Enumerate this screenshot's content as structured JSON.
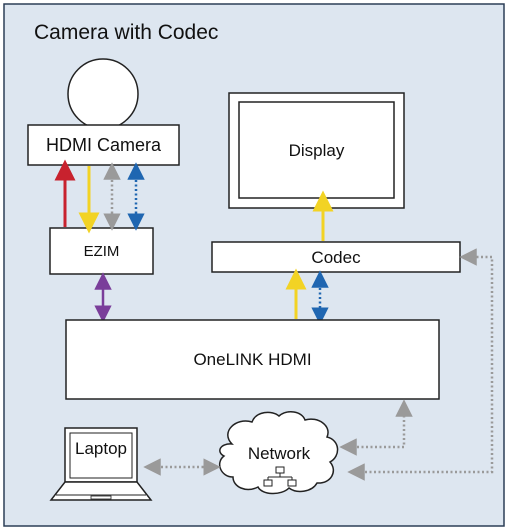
{
  "diagram": {
    "title": "Camera with Codec",
    "nodes": {
      "camera": "HDMI Camera",
      "ezim": "EZIM",
      "display": "Display",
      "codec": "Codec",
      "onelink": "OneLINK HDMI",
      "laptop": "Laptop",
      "network": "Network"
    },
    "colors": {
      "background": "#dde6f0",
      "frame_border": "#2c3e57",
      "box_border": "#222222",
      "box_fill": "#ffffff",
      "red_line": "#c8222e",
      "yellow_line": "#f2d324",
      "gray_dotted": "#9a9a9a",
      "blue_dotted": "#1f66b1",
      "purple_line": "#7a3e9a"
    },
    "icons": [
      "camera-lens-icon",
      "monitor-icon",
      "laptop-icon",
      "network-cloud-icon",
      "network-topology-icon"
    ]
  }
}
